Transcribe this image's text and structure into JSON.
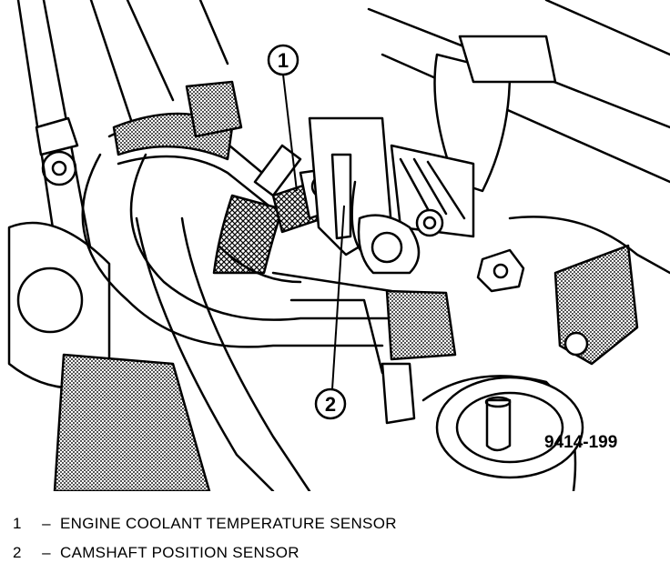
{
  "figure": {
    "id_label": "9414-199",
    "callouts": [
      {
        "number": "1"
      },
      {
        "number": "2"
      }
    ]
  },
  "legend": {
    "dash": "–",
    "items": [
      {
        "number": "1",
        "label": "ENGINE COOLANT TEMPERATURE SENSOR"
      },
      {
        "number": "2",
        "label": "CAMSHAFT POSITION SENSOR"
      }
    ]
  }
}
